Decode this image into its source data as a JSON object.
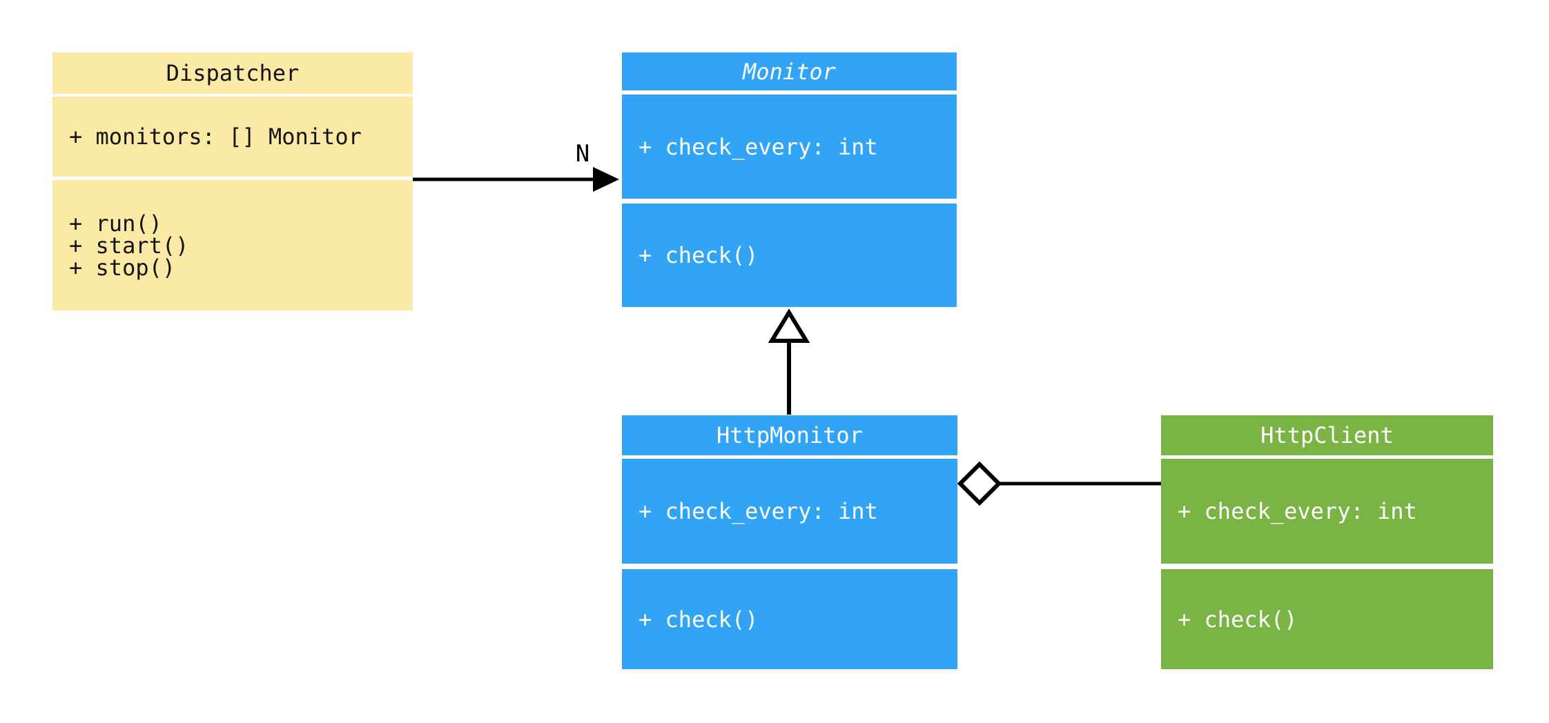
{
  "colors": {
    "background": "#ffffff",
    "line": "#000000",
    "yellow_fill": "#FBE9A6",
    "blue_fill": "#32A4F6",
    "green_fill": "#79B445"
  },
  "classes": [
    {
      "id": "dispatcher",
      "name": "Dispatcher",
      "abstract": false,
      "attributes": [
        "+ monitors: [] Monitor"
      ],
      "methods": [
        "+ run()",
        "+ start()",
        "+ stop()"
      ],
      "fill": "#FBE9A6",
      "text_color": "#141414"
    },
    {
      "id": "monitor",
      "name": "Monitor",
      "abstract": true,
      "attributes": [
        "+ check_every: int"
      ],
      "methods": [
        "+ check()"
      ],
      "fill": "#32A4F6",
      "text_color": "#ffffff"
    },
    {
      "id": "http-monitor",
      "name": "HttpMonitor",
      "abstract": false,
      "attributes": [
        "+ check_every: int"
      ],
      "methods": [
        "+ check()"
      ],
      "fill": "#32A4F6",
      "text_color": "#ffffff"
    },
    {
      "id": "http-client",
      "name": "HttpClient",
      "abstract": false,
      "attributes": [
        "+ check_every: int"
      ],
      "methods": [
        "+ check()"
      ],
      "fill": "#79B445",
      "text_color": "#ffffff"
    }
  ],
  "relations": [
    {
      "type": "association",
      "from": "Dispatcher",
      "to": "Monitor",
      "multiplicity": "N"
    },
    {
      "type": "inheritance",
      "child": "HttpMonitor",
      "parent": "Monitor",
      "multiplicity": ""
    },
    {
      "type": "aggregation",
      "whole": "HttpMonitor",
      "part": "HttpClient",
      "multiplicity": ""
    }
  ]
}
